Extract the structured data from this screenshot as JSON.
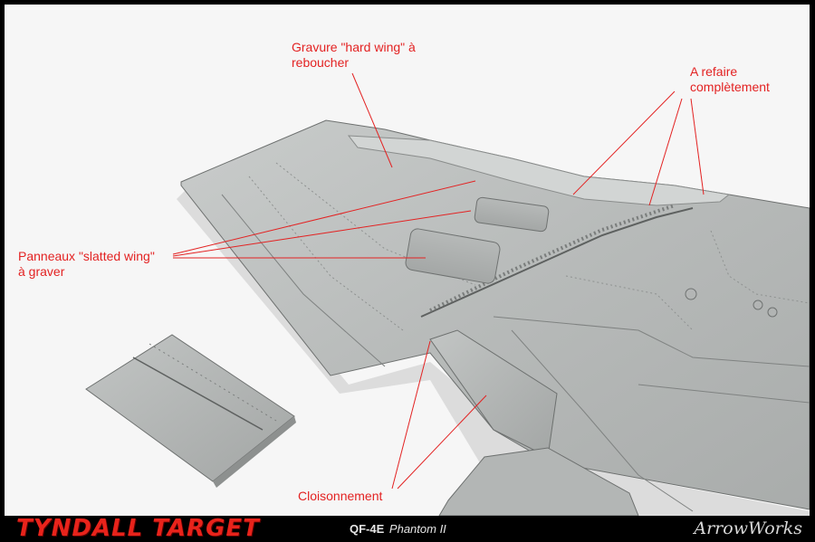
{
  "annotations": {
    "hard_wing": [
      "Gravure \"hard wing\" à",
      "reboucher"
    ],
    "refaire": [
      "A refaire",
      "complètement"
    ],
    "slatted": [
      "Panneaux \"slatted wing\"",
      "à graver"
    ],
    "cloison": [
      "Cloisonnement"
    ]
  },
  "footer": {
    "brand_left": "TYNDALL TARGET",
    "caption_designation": "QF-4E",
    "caption_model": "Phantom II",
    "brand_right": "ArrowWorks"
  },
  "colors": {
    "annotation": "#e32222",
    "brand_red": "#e8231b",
    "wing_gray": "#b9bcbb",
    "background": "#f6f6f6",
    "frame": "#000000"
  }
}
